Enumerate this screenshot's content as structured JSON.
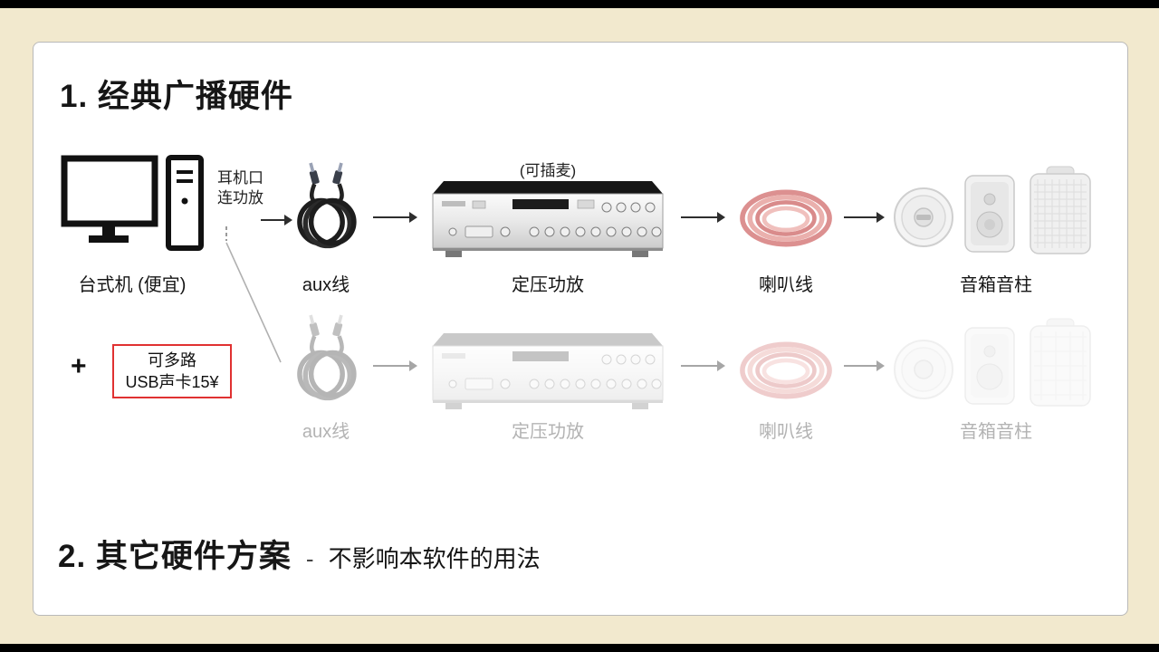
{
  "colors": {
    "background": "#f2e9ce",
    "usb_box_border": "#e03131"
  },
  "section1": {
    "title": "1. 经典广播硬件",
    "computer": {
      "label": "台式机 (便宜)"
    },
    "headphone_note": {
      "line1": "耳机口",
      "line2": "连功放"
    },
    "aux": {
      "label": "aux线"
    },
    "amp": {
      "label": "定压功放",
      "note": "(可插麦)"
    },
    "wire": {
      "label": "喇叭线"
    },
    "speakers": {
      "label": "音箱音柱"
    }
  },
  "alt_row": {
    "plus": "+",
    "usb_box": {
      "line1": "可多路",
      "line2": "USB声卡15¥"
    },
    "aux_label": "aux线",
    "amp_label": "定压功放",
    "wire_label": "喇叭线",
    "speakers_label": "音箱音柱"
  },
  "section2": {
    "title": "2. 其它硬件方案",
    "separator": "-",
    "subtitle": "不影响本软件的用法"
  }
}
